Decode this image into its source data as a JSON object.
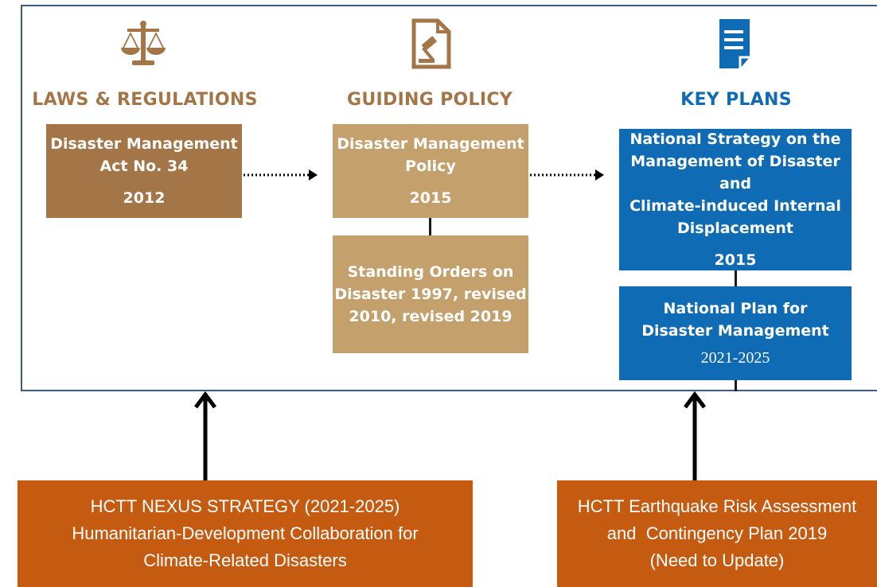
{
  "columns": {
    "laws": {
      "title": "LAWS & REGULATIONS",
      "color": "#a47547",
      "icon": "scales-icon"
    },
    "policy": {
      "title": "GUIDING POLICY",
      "color": "#a47547",
      "icon": "document-gavel-icon"
    },
    "plans": {
      "title": "KEY PLANS",
      "color": "#0f6bb4",
      "icon": "document-list-icon"
    }
  },
  "boxes": {
    "act": {
      "line1": "Disaster Management",
      "line2": "Act No. 34",
      "year": "2012"
    },
    "policy": {
      "line1": "Disaster Management",
      "line2": "Policy",
      "year": "2015"
    },
    "standing": {
      "line1": "Standing Orders on",
      "line2": "Disaster 1997, revised",
      "line3": "2010, revised 2019"
    },
    "strategy": {
      "line1": "National Strategy on the",
      "line2": "Management of Disaster and",
      "line3": "Climate-induced Internal",
      "line4": "Displacement",
      "year": "2015"
    },
    "plan": {
      "line1": "National Plan for",
      "line2": "Disaster Management",
      "year": "2021-2025"
    }
  },
  "bottom": {
    "nexus": {
      "line1": "HCTT NEXUS STRATEGY (2021-2025)",
      "line2": "Humanitarian-Development Collaboration for",
      "line3": "Climate-Related Disasters"
    },
    "earthquake": {
      "line1": "HCTT Earthquake Risk Assessment",
      "line2": "and  Contingency Plan 2019",
      "line3": "(Need to Update)"
    }
  },
  "colors": {
    "brown_dark": "#a47547",
    "brown_light": "#c4a06c",
    "blue": "#0f6bb4",
    "orange": "#c55a11",
    "frame": "#3e5a7a"
  }
}
